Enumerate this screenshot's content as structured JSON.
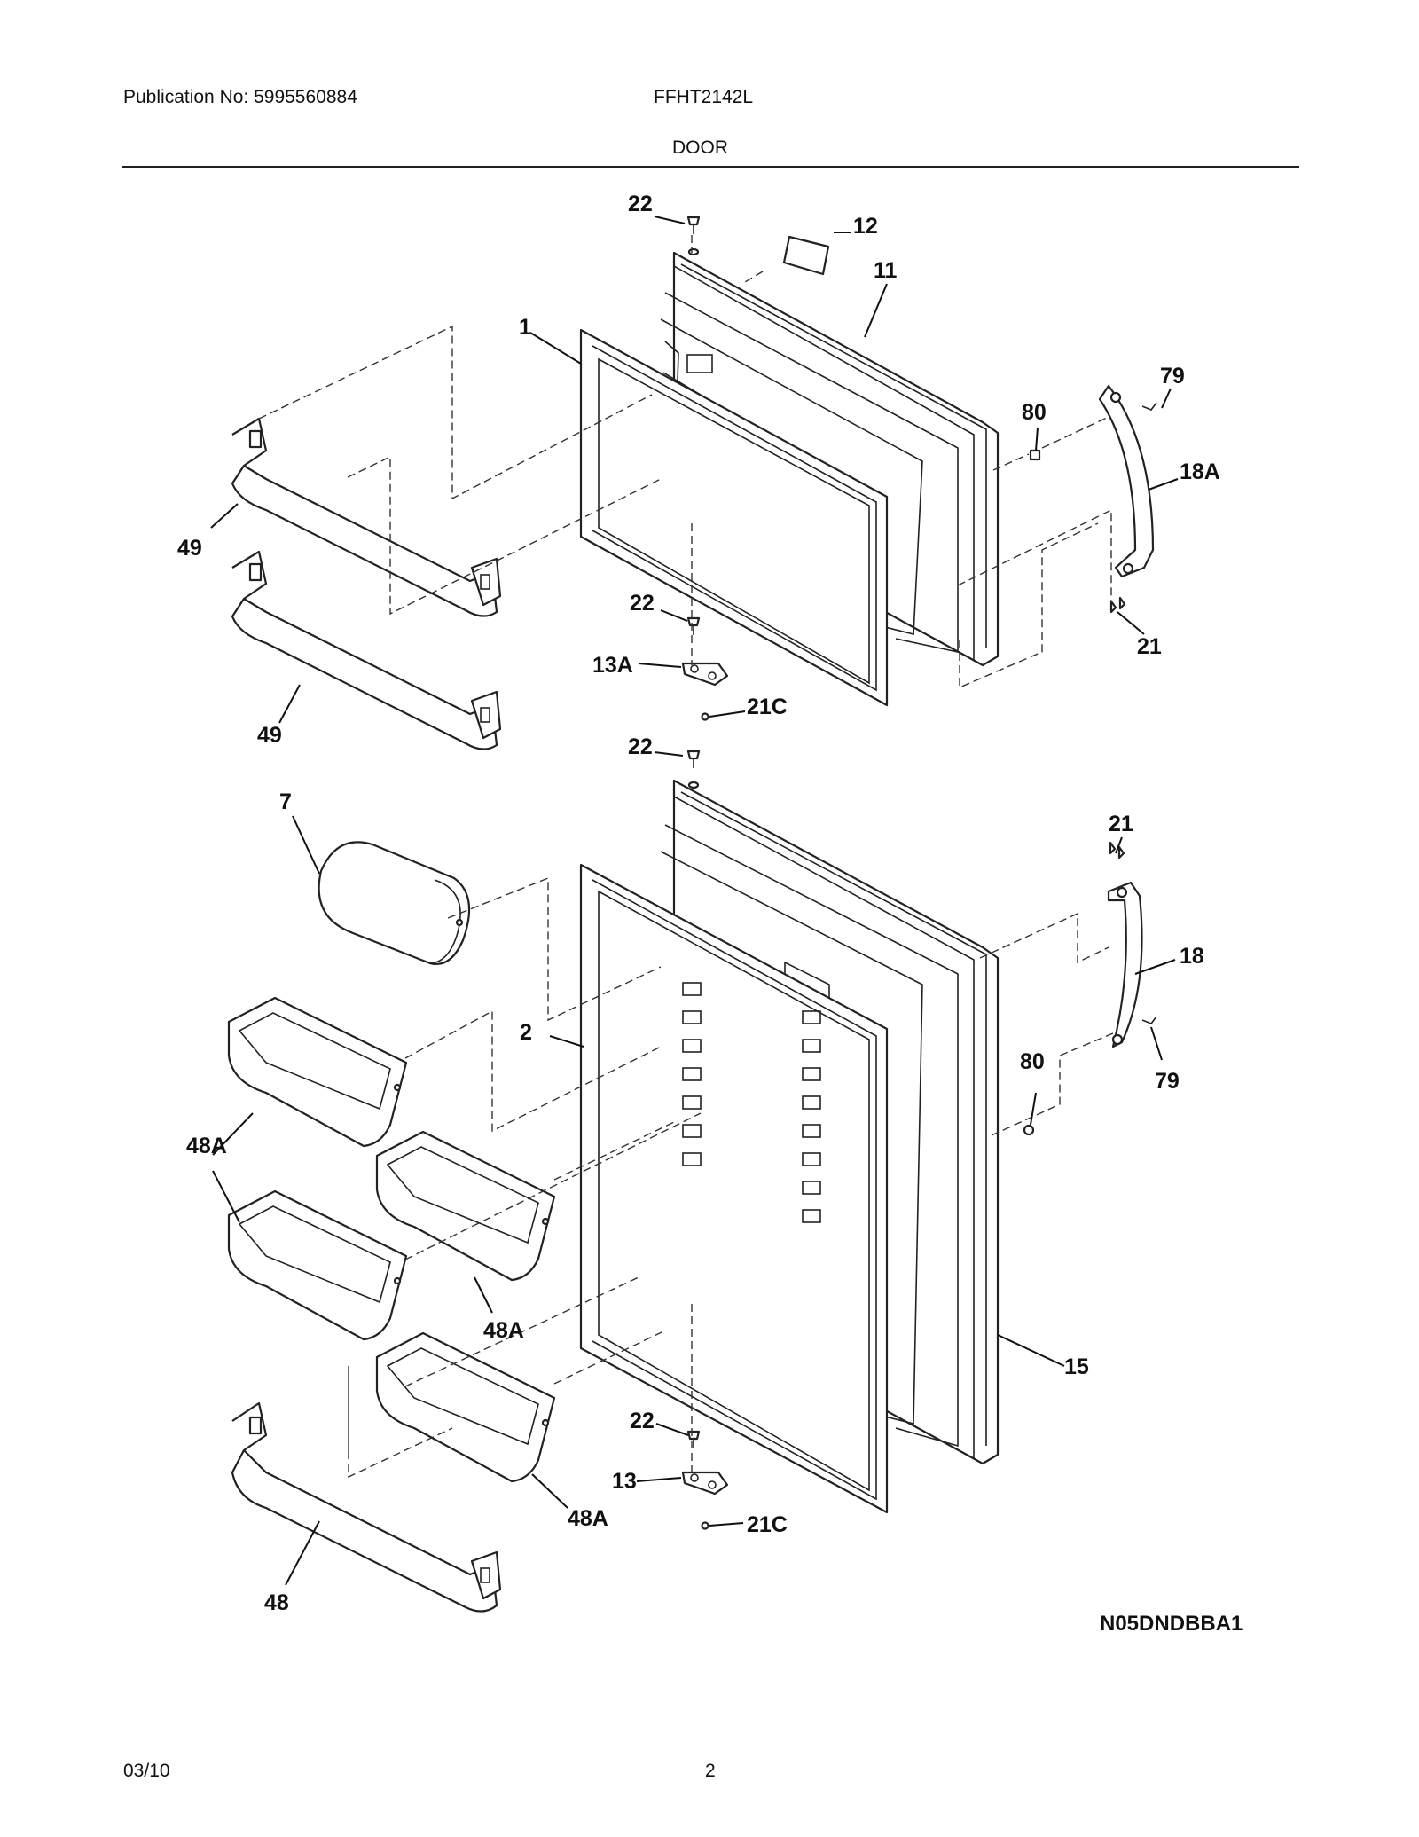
{
  "header": {
    "publication": "Publication No: 5995560884",
    "model": "FFHT2142L",
    "section": "DOOR"
  },
  "footer": {
    "date": "03/10",
    "page": "2"
  },
  "diagram": {
    "code": "N05DNDBBA1",
    "labels": {
      "l22a": "22",
      "l12": "12",
      "l11": "11",
      "l1": "1",
      "l80a": "80",
      "l79a": "79",
      "l18a": "18A",
      "l49a": "49",
      "l22b": "22",
      "l13a": "13A",
      "l21c_a": "21C",
      "l21a": "21",
      "l49b": "49",
      "l22c": "22",
      "l7": "7",
      "l21b": "21",
      "l18": "18",
      "l2": "2",
      "l80b": "80",
      "l79b": "79",
      "l48a_1": "48A",
      "l48a_2": "48A",
      "l15": "15",
      "l22d": "22",
      "l13": "13",
      "l48a_3": "48A",
      "l21c_b": "21C",
      "l48": "48"
    }
  }
}
